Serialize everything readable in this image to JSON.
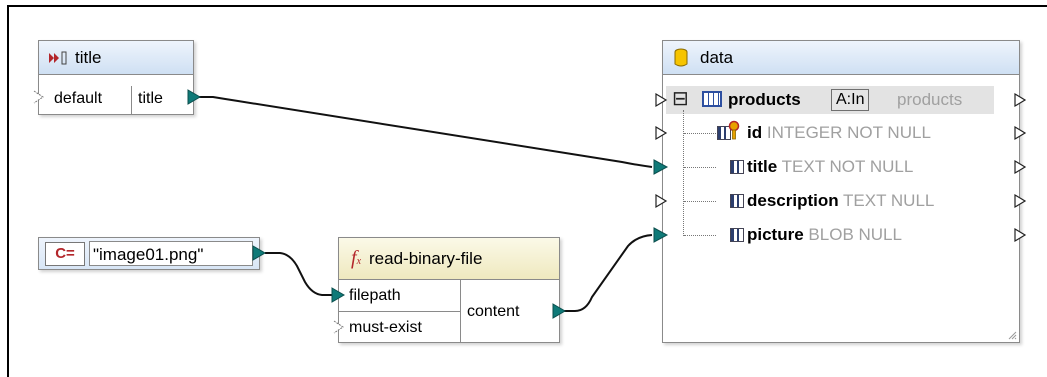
{
  "title_component": {
    "header": "title",
    "input_label": "default",
    "output_label": "title",
    "icon": "input-parameter-icon"
  },
  "constant_component": {
    "badge": "C=",
    "value": "\"image01.png\"",
    "icon": "constant-icon"
  },
  "function_component": {
    "header": "read-binary-file",
    "icon": "function-icon",
    "inputs": [
      "filepath",
      "must-exist"
    ],
    "output": "content"
  },
  "data_component": {
    "header": "data",
    "icon": "database-icon",
    "table": {
      "name": "products",
      "mode_badge": "A:In",
      "alias": "products",
      "expand_symbol": "⊟"
    },
    "columns": [
      {
        "name": "id",
        "type": "INTEGER NOT NULL",
        "key": true
      },
      {
        "name": "title",
        "type": "TEXT NOT NULL",
        "key": false
      },
      {
        "name": "description",
        "type": "TEXT NULL",
        "key": false
      },
      {
        "name": "picture",
        "type": "BLOB NULL",
        "key": false
      }
    ]
  },
  "colors": {
    "connector": "#0f7a78",
    "header_blue": "#cfe0f3",
    "header_yellow": "#efe9bf",
    "dim_text": "#a0a0a0",
    "key_icon": "#e8a100"
  }
}
